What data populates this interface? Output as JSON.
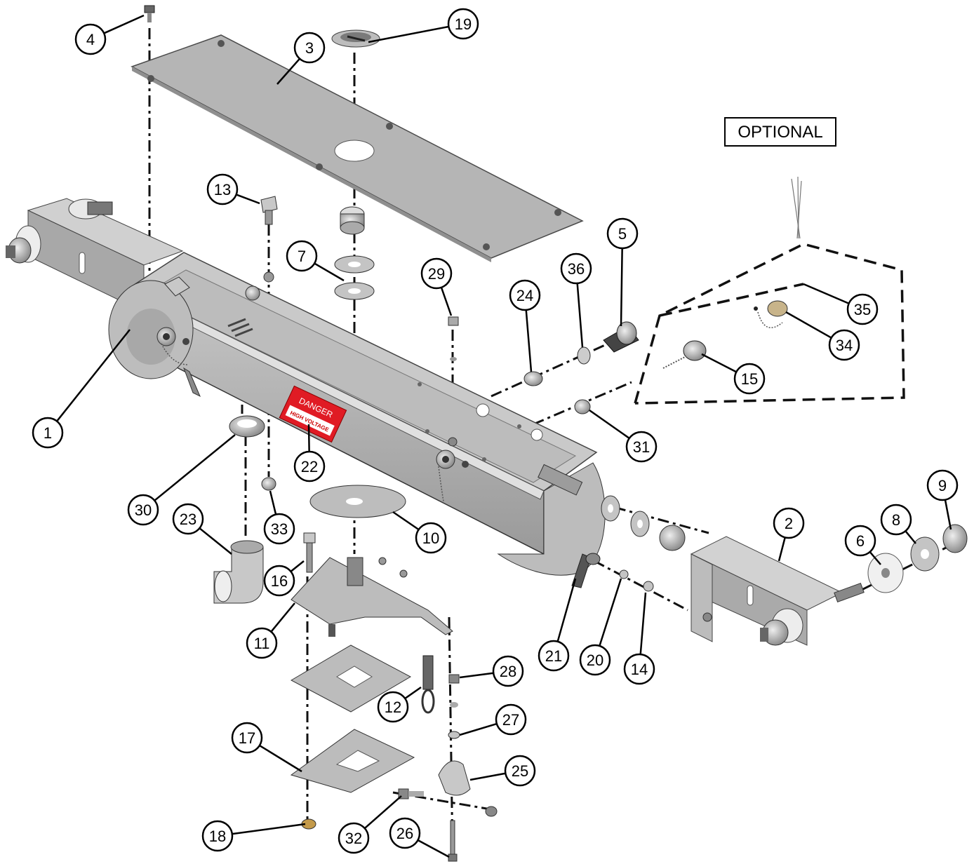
{
  "optional_label": "OPTIONAL",
  "sign": {
    "danger_text": "DANGER",
    "sub_text": "HIGH VOLTAGE"
  },
  "callouts": [
    {
      "id": "c1",
      "label": "1"
    },
    {
      "id": "c2",
      "label": "2"
    },
    {
      "id": "c3",
      "label": "3"
    },
    {
      "id": "c4",
      "label": "4"
    },
    {
      "id": "c5",
      "label": "5"
    },
    {
      "id": "c6",
      "label": "6"
    },
    {
      "id": "c7",
      "label": "7"
    },
    {
      "id": "c8",
      "label": "8"
    },
    {
      "id": "c9",
      "label": "9"
    },
    {
      "id": "c10",
      "label": "10"
    },
    {
      "id": "c11",
      "label": "11"
    },
    {
      "id": "c12",
      "label": "12"
    },
    {
      "id": "c13",
      "label": "13"
    },
    {
      "id": "c14",
      "label": "14"
    },
    {
      "id": "c15",
      "label": "15"
    },
    {
      "id": "c16",
      "label": "16"
    },
    {
      "id": "c17",
      "label": "17"
    },
    {
      "id": "c18",
      "label": "18"
    },
    {
      "id": "c19",
      "label": "19"
    },
    {
      "id": "c20",
      "label": "20"
    },
    {
      "id": "c21",
      "label": "21"
    },
    {
      "id": "c22",
      "label": "22"
    },
    {
      "id": "c23",
      "label": "23"
    },
    {
      "id": "c24",
      "label": "24"
    },
    {
      "id": "c25",
      "label": "25"
    },
    {
      "id": "c26",
      "label": "26"
    },
    {
      "id": "c27",
      "label": "27"
    },
    {
      "id": "c28",
      "label": "28"
    },
    {
      "id": "c29",
      "label": "29"
    },
    {
      "id": "c30",
      "label": "30"
    },
    {
      "id": "c31",
      "label": "31"
    },
    {
      "id": "c32",
      "label": "32"
    },
    {
      "id": "c33",
      "label": "33"
    },
    {
      "id": "c34",
      "label": "34"
    },
    {
      "id": "c35",
      "label": "35"
    },
    {
      "id": "c36",
      "label": "36"
    }
  ],
  "colors": {
    "metal": "#b9b9b9",
    "metal_dark": "#8c8c8c",
    "metal_light": "#dcdcdc",
    "danger_red": "#e01b24"
  }
}
